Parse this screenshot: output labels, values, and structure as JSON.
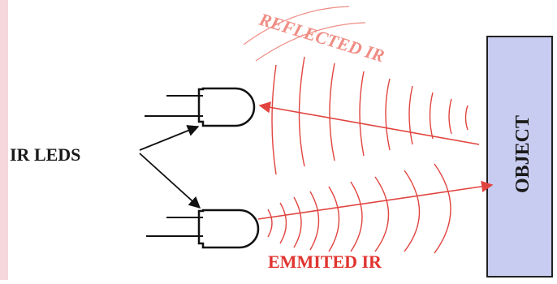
{
  "labels": {
    "leds": "IR LEDS",
    "reflected": "REFLECTED IR",
    "emitted": "EMMITED IR",
    "object": "OBJECT"
  },
  "colors": {
    "wave_red": "#e1443f",
    "text_red": "#e0342f",
    "reflected_text": "#ef8d84",
    "line_black": "#111111",
    "object_fill": "#c8ccf0",
    "object_border": "#222222",
    "page_bg": "#ffffff",
    "left_strip": "#f6d8dc"
  }
}
